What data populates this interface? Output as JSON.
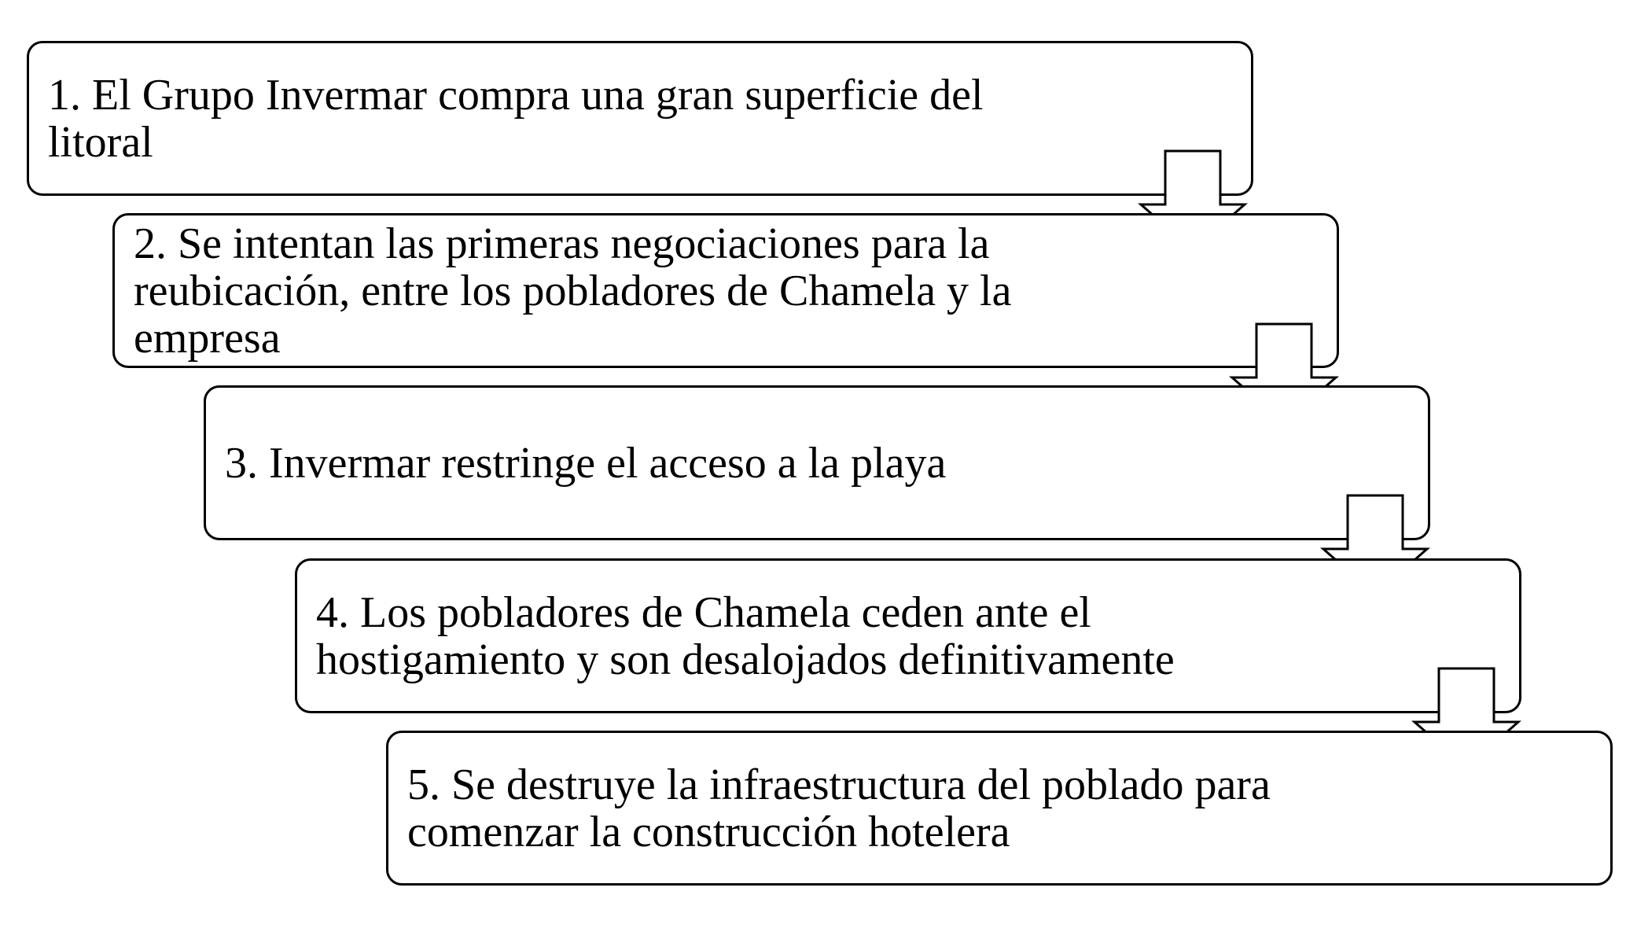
{
  "steps": [
    {
      "text": "1. El Grupo Invermar compra una gran superficie del litoral"
    },
    {
      "text": "2. Se intentan las primeras negociaciones para la reubicación, entre los pobladores de Chamela y la empresa"
    },
    {
      "text": "3. Invermar restringe el acceso a la playa"
    },
    {
      "text": "4. Los pobladores de Chamela ceden ante el hostigamiento y son desalojados definitivamente"
    },
    {
      "text": "5. Se destruye la infraestructura del poblado para comenzar la construcción hotelera"
    }
  ],
  "connector_icon": "down-arrow-icon",
  "colors": {
    "box_border": "#000000",
    "box_fill": "#ffffff",
    "text": "#000000",
    "arrow_stroke": "#000000",
    "arrow_fill": "#ffffff"
  }
}
